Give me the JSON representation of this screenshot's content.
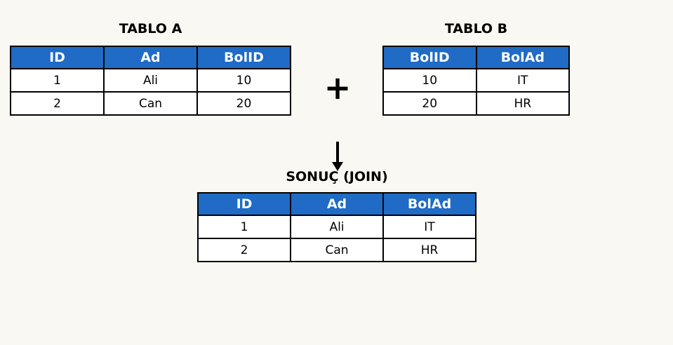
{
  "diagram": {
    "operator_plus": "+",
    "colors": {
      "header_background": "#1f6bc6",
      "header_text": "#ffffff",
      "border": "#000000",
      "page_background": "#faf8f2",
      "cell_text": "#000000"
    }
  },
  "tables": {
    "table_a": {
      "title": "TABLO A",
      "headers": [
        "ID",
        "Ad",
        "BolID"
      ],
      "rows": [
        [
          "1",
          "Ali",
          "10"
        ],
        [
          "2",
          "Can",
          "20"
        ]
      ]
    },
    "table_b": {
      "title": "TABLO B",
      "headers": [
        "BolID",
        "BolAd"
      ],
      "rows": [
        [
          "10",
          "IT"
        ],
        [
          "20",
          "HR"
        ]
      ]
    },
    "result": {
      "title": "SONUÇ (JOIN)",
      "headers": [
        "ID",
        "Ad",
        "BolAd"
      ],
      "rows": [
        [
          "1",
          "Ali",
          "IT"
        ],
        [
          "2",
          "Can",
          "HR"
        ]
      ]
    }
  }
}
